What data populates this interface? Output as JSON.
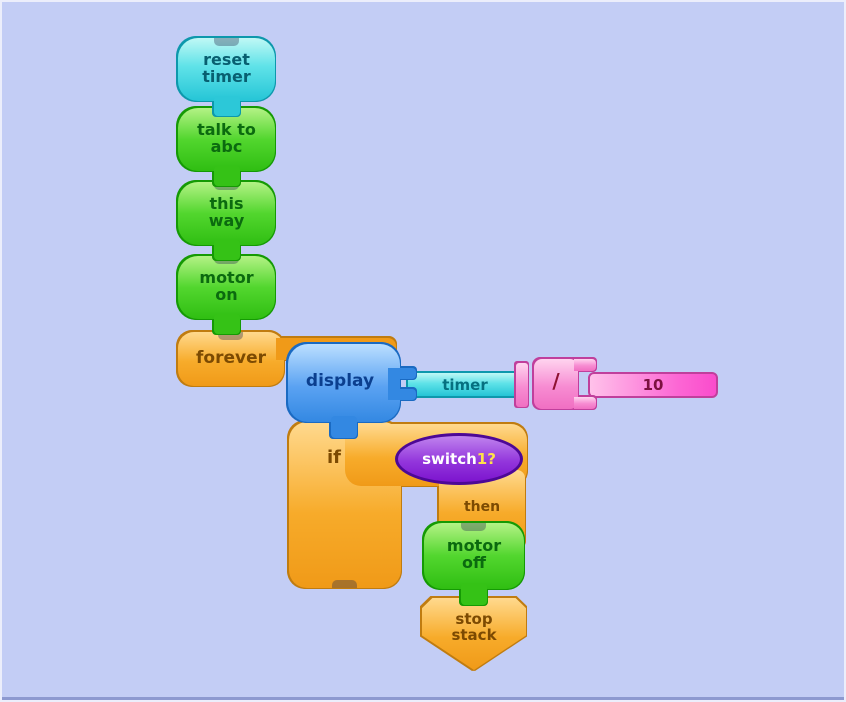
{
  "app": {
    "description": "block programming canvas"
  },
  "palette": {
    "background": "#c3cdf5",
    "cyan": "#35d6de",
    "green": "#3ecb1e",
    "orange": "#f5a623",
    "blue": "#4d9df0",
    "purple": "#8a2bd8",
    "pink": "#f47fd0",
    "magenta": "#fb5fd0"
  },
  "blocks": {
    "reset_timer": "reset\ntimer",
    "talk_to": "talk to\nabc",
    "this_way": "this\nway",
    "motor_on": "motor\non",
    "forever": "forever",
    "display": "display",
    "timer": "timer",
    "divide": "/",
    "value": "10",
    "if": "if",
    "then": "then",
    "switch_part1": "switch",
    "switch_part2": "1?",
    "motor_off": "motor\noff",
    "stop_stack": "stop\nstack"
  }
}
